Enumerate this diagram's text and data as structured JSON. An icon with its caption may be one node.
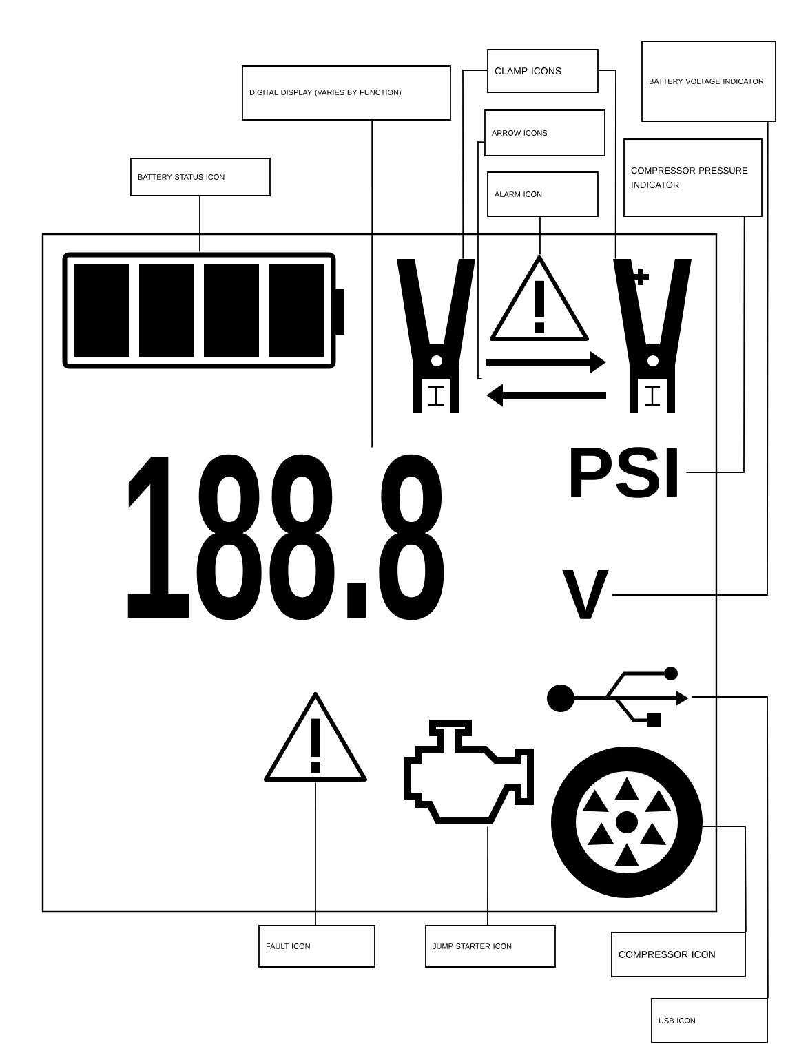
{
  "diagram": {
    "nodes": [
      {
        "text": [
          "DIGITAL DISPLAY (VARIES BY FUNCTION)"
        ]
      },
      {
        "text": [
          "CLAMP ICONS"
        ]
      },
      {
        "text": [
          "BATTERY VOLTAGE INDICATOR"
        ]
      },
      {
        "text": [
          "ARROW ICONS"
        ]
      },
      {
        "text": [
          "BATTERY STATUS ICON"
        ]
      },
      {
        "text": [
          "ALARM ICON"
        ]
      },
      {
        "text": [
          "COMPRESSOR PRESSURE INDICATOR"
        ]
      },
      {
        "text": [],
        "shape": "battery"
      },
      {
        "text": [],
        "shape": "clamp"
      },
      {
        "text": [],
        "shape": "triangle"
      },
      {
        "text": [],
        "shape": "clamp"
      },
      {
        "text": [],
        "shape": "arrows"
      },
      {
        "text": [
          "188.8"
        ]
      },
      {
        "text": [
          "PSI"
        ]
      },
      {
        "text": [
          "V"
        ]
      },
      {
        "text": [],
        "shape": "usb"
      },
      {
        "text": [],
        "shape": "triangle"
      },
      {
        "text": [],
        "shape": "engine"
      },
      {
        "text": [],
        "shape": "wheel"
      },
      {
        "text": [
          "FAULT ICON"
        ]
      },
      {
        "text": [
          "JUMP STARTER ICON"
        ]
      },
      {
        "text": [
          "COMPRESSOR ICON"
        ]
      },
      {
        "text": [
          "USB ICON"
        ]
      }
    ],
    "edges": [
      {
        "from": 4,
        "to": 7,
        "arrow": "none"
      },
      {
        "from": 0,
        "to": 12,
        "arrow": "none"
      },
      {
        "from": 1,
        "to": 8,
        "arrow": "none"
      },
      {
        "from": 1,
        "to": 10,
        "arrow": "none"
      },
      {
        "from": 3,
        "to": 11,
        "arrow": "none"
      },
      {
        "from": 5,
        "to": 9,
        "arrow": "none"
      },
      {
        "from": 6,
        "to": 13,
        "arrow": "none"
      },
      {
        "from": 2,
        "to": 14,
        "arrow": "none"
      },
      {
        "from": 19,
        "to": 16,
        "arrow": "none"
      },
      {
        "from": 20,
        "to": 17,
        "arrow": "none"
      },
      {
        "from": 21,
        "to": 18,
        "arrow": "none"
      },
      {
        "from": 22,
        "to": 15,
        "arrow": "none"
      }
    ]
  }
}
